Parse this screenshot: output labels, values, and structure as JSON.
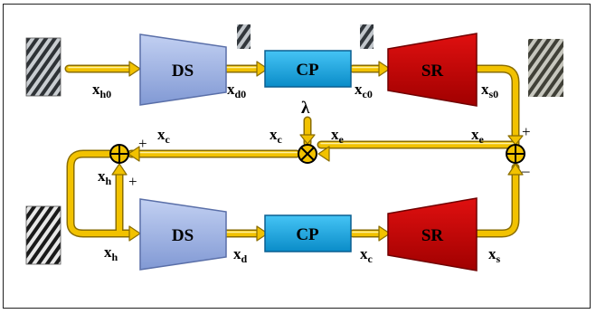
{
  "blocks": {
    "ds_top": "DS",
    "cp_top": "CP",
    "sr_top": "SR",
    "ds_bottom": "DS",
    "cp_bottom": "CP",
    "sr_bottom": "SR"
  },
  "signals": {
    "xh0": {
      "base": "x",
      "sub": "h0"
    },
    "xd0": {
      "base": "x",
      "sub": "d0"
    },
    "xc0": {
      "base": "x",
      "sub": "c0"
    },
    "xs0": {
      "base": "x",
      "sub": "s0"
    },
    "xe_right": {
      "base": "x",
      "sub": "e"
    },
    "xe_mid": {
      "base": "x",
      "sub": "e"
    },
    "xc_mid": {
      "base": "x",
      "sub": "c"
    },
    "xc_left": {
      "base": "x",
      "sub": "c"
    },
    "xh_left": {
      "base": "x",
      "sub": "h"
    },
    "xh_bottom": {
      "base": "x",
      "sub": "h"
    },
    "xd": {
      "base": "x",
      "sub": "d"
    },
    "xc_bottom": {
      "base": "x",
      "sub": "c"
    },
    "xs": {
      "base": "x",
      "sub": "s"
    }
  },
  "lambda": "λ",
  "signs": {
    "right_plus": "+",
    "right_minus": "–",
    "left_plus_top": "+",
    "left_plus_bottom": "+"
  },
  "colors": {
    "wire": "#f2c200",
    "wire_edge": "#8a6d00",
    "ds_fill": "#9fb3e3",
    "cp_fill": "#16a8e6",
    "sr_fill": "#c70000"
  }
}
